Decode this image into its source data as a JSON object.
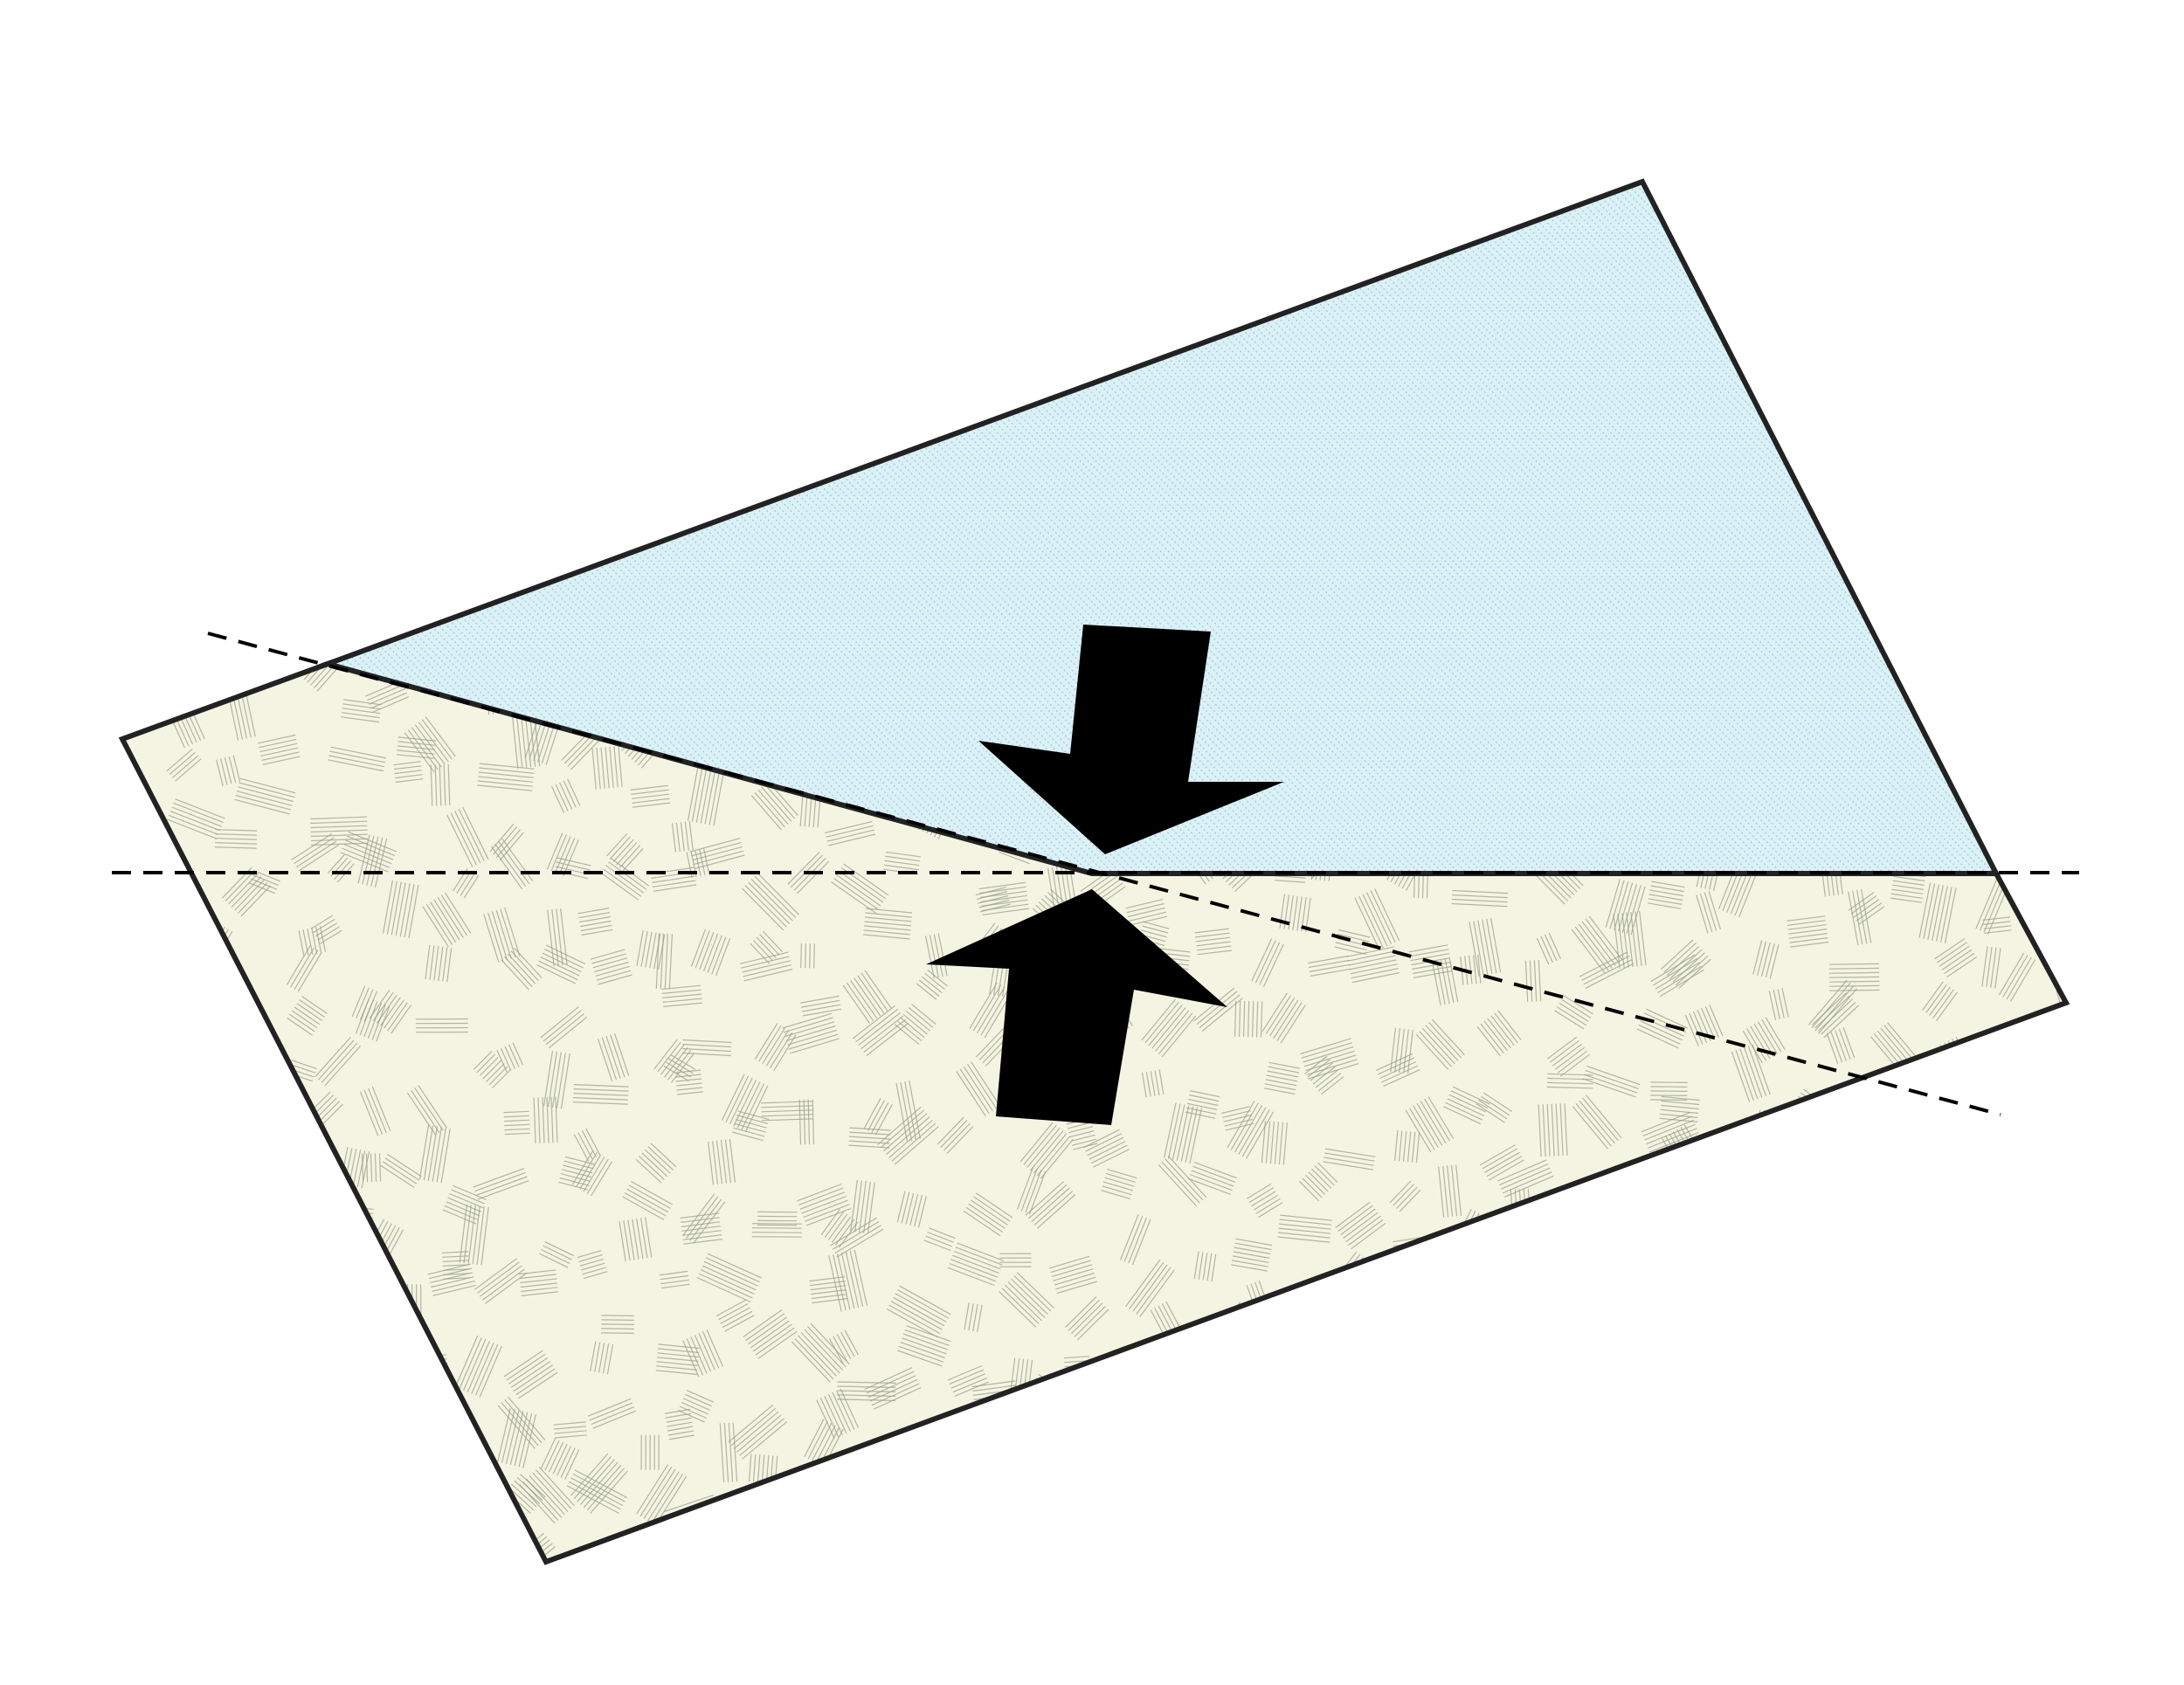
{
  "diagram": {
    "colors": {
      "background": "#ffffff",
      "rock_fill": "#f4f4e2",
      "rock_texture": "#9aa08c",
      "water_fill": "#dcf0f6",
      "water_texture": "#6fc4d6",
      "outline": "#222222",
      "arrow": "#000000",
      "reference_line": "#000000"
    },
    "elements": [
      {
        "id": "lower-block",
        "kind": "textured-polygon",
        "pattern": "random-hatch"
      },
      {
        "id": "upper-wedge",
        "kind": "textured-polygon",
        "pattern": "fine-diagonal-dots"
      },
      {
        "id": "arrow-down",
        "kind": "compression-arrow",
        "direction": "down"
      },
      {
        "id": "arrow-up",
        "kind": "compression-arrow",
        "direction": "up"
      },
      {
        "id": "reference-line-horizontal",
        "kind": "dashed-line"
      },
      {
        "id": "reference-line-inclined",
        "kind": "dashed-line"
      }
    ],
    "labels": []
  }
}
